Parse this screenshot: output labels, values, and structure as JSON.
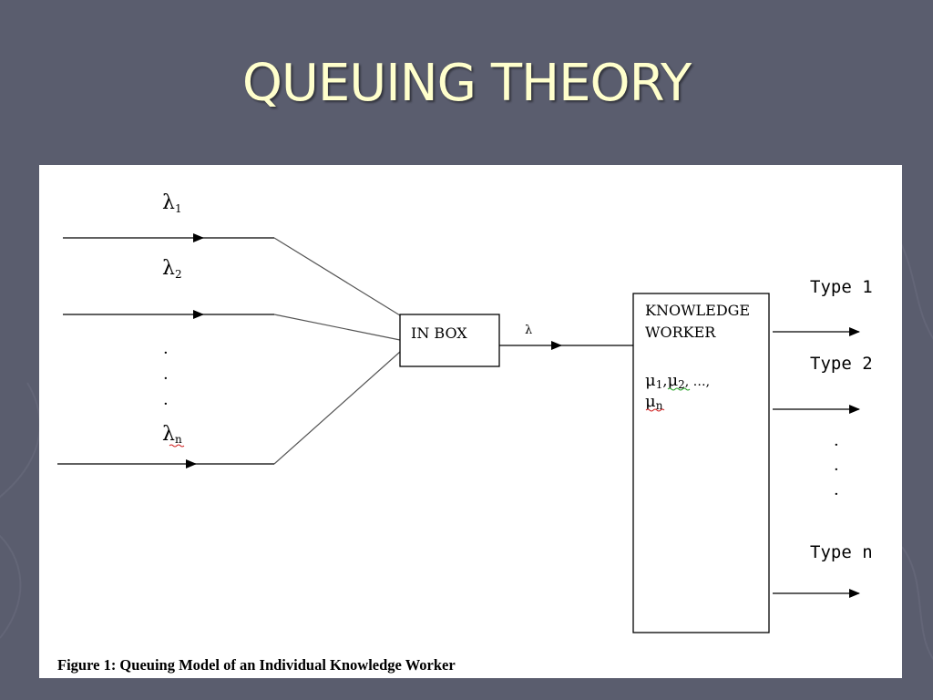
{
  "slide": {
    "title": "QUEUING THEORY"
  },
  "diagram": {
    "inputs": {
      "lambda_1": {
        "sym": "λ",
        "sub": "1"
      },
      "lambda_2": {
        "sym": "λ",
        "sub": "2"
      },
      "lambda_n": {
        "sym": "λ",
        "sub": "n"
      },
      "ellipsis_dots": [
        "·",
        "·",
        "·"
      ]
    },
    "inbox": {
      "label": "IN BOX"
    },
    "merged_rate": {
      "label": "λ"
    },
    "worker": {
      "line1": "KNOWLEDGE",
      "line2": "WORKER",
      "mu_sym": "μ",
      "mu1_sub": "1",
      "mu_sep": ",",
      "mu2_sub": "2",
      "mu_tail": ",   …,",
      "mun_sub": "n"
    },
    "outputs": {
      "type_1": "Type 1",
      "type_2": "Type 2",
      "type_n": "Type n",
      "ellipsis_dots": [
        "·",
        "·",
        "·"
      ]
    },
    "caption": "Figure 1: Queuing Model of an Individual Knowledge Worker"
  },
  "colors": {
    "background": "#5a5d6e",
    "title": "#ffffcc",
    "figure_bg": "#ffffff",
    "lines": "#000000",
    "squiggle_red": "#d02020",
    "squiggle_green": "#20a020"
  }
}
